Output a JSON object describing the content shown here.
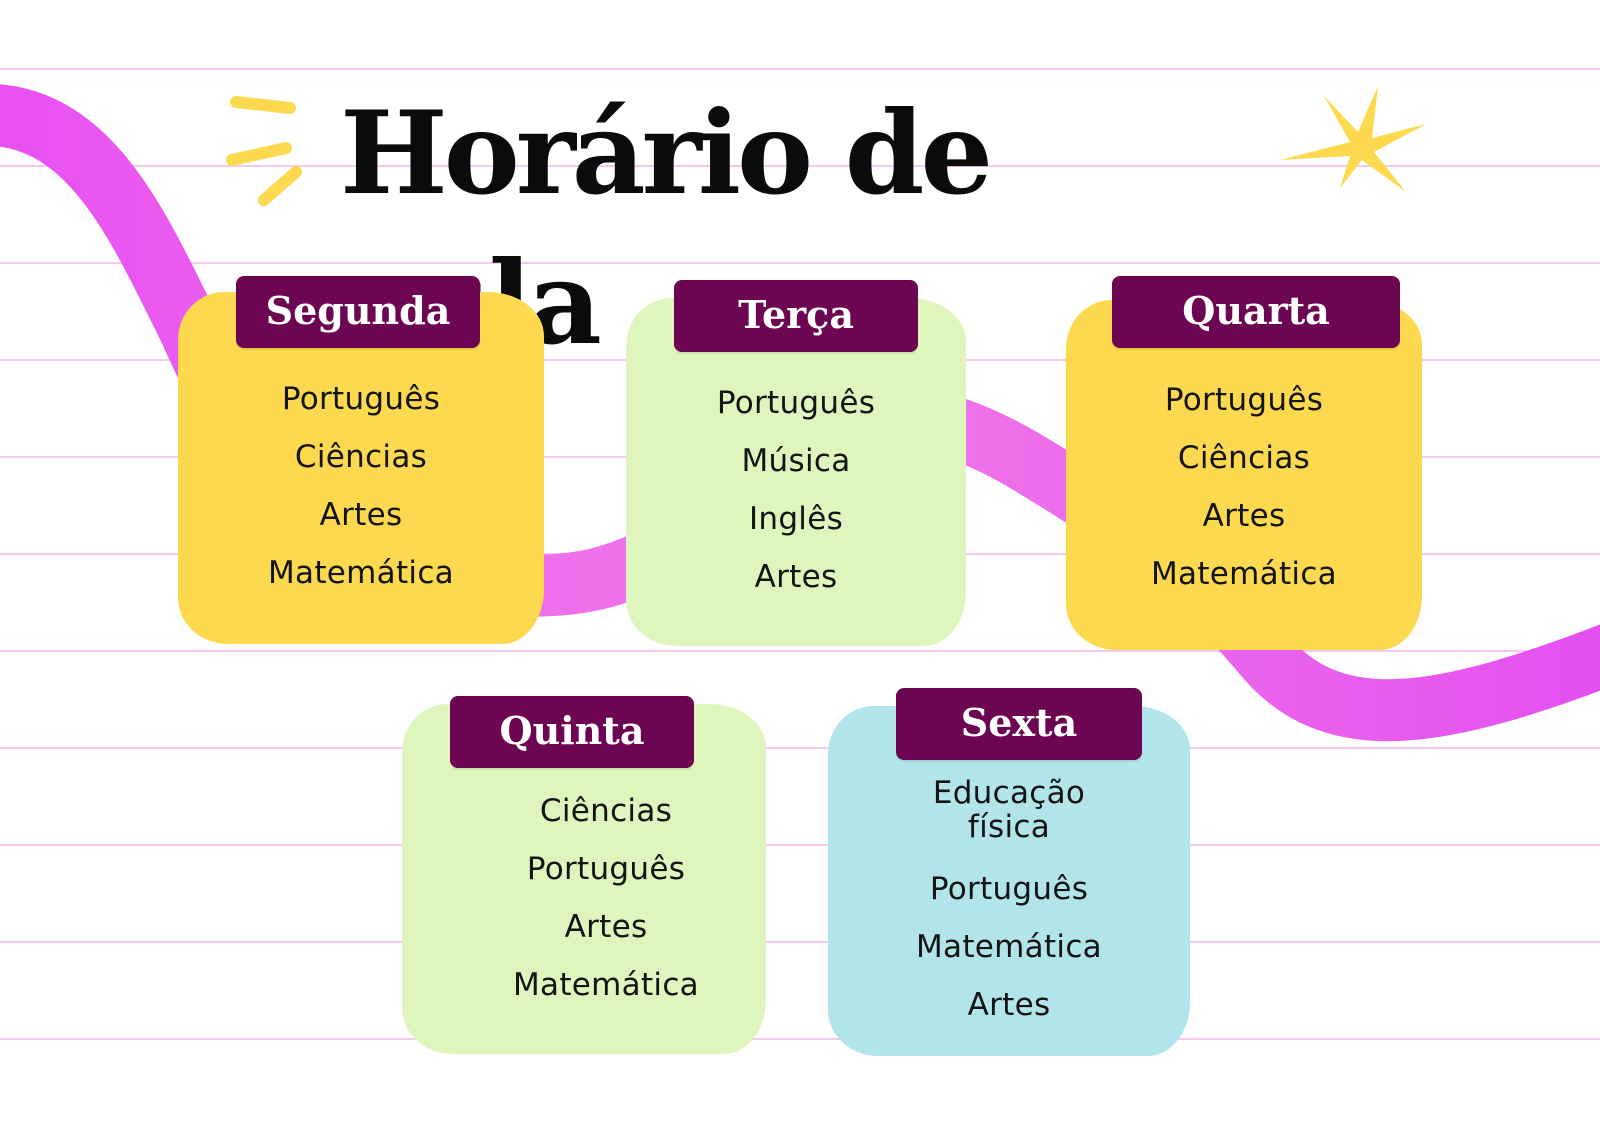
{
  "page": {
    "title": "Horário de aula"
  },
  "colors": {
    "ribbon": "#e552f0",
    "star": "#fcd94f",
    "header_bg": "#6c0652",
    "card_yellow": "#fcd94f",
    "card_green": "#def6bd",
    "card_blue": "#b2e5e9",
    "lines": "#f3c9ee"
  },
  "days": [
    {
      "name": "Segunda",
      "color": "yellow",
      "subjects": [
        "Português",
        "Ciências",
        "Artes",
        "Matemática"
      ]
    },
    {
      "name": "Terça",
      "color": "green",
      "subjects": [
        "Português",
        "Música",
        "Inglês",
        "Artes"
      ]
    },
    {
      "name": "Quarta",
      "color": "yellow",
      "subjects": [
        "Português",
        "Ciências",
        "Artes",
        "Matemática"
      ]
    },
    {
      "name": "Quinta",
      "color": "green",
      "subjects": [
        "Ciências",
        "Português",
        "Artes",
        "Matemática"
      ]
    },
    {
      "name": "Sexta",
      "color": "blue",
      "subjects": [
        "Educação física",
        "Português",
        "Matemática",
        "Artes"
      ]
    }
  ]
}
